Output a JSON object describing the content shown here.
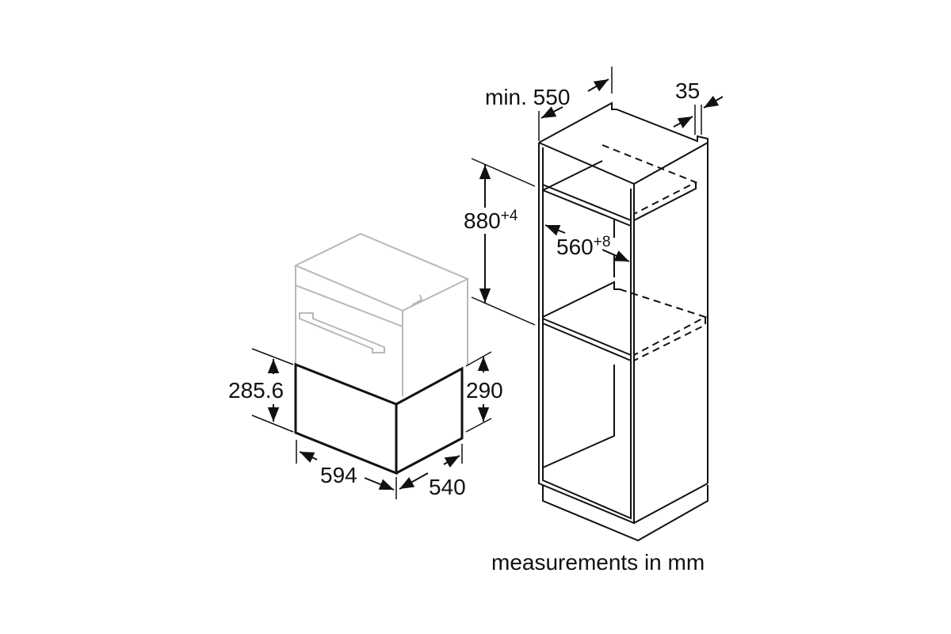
{
  "diagram": {
    "labels": {
      "cabinet_depth": "min. 550",
      "gap": "35",
      "niche_height": "880",
      "niche_height_tol": "+4",
      "niche_width": "560",
      "niche_width_tol": "+8",
      "drawer_front_height": "285.6",
      "drawer_height": "290",
      "drawer_width": "594",
      "drawer_depth": "540",
      "units_note": "measurements in mm"
    }
  }
}
